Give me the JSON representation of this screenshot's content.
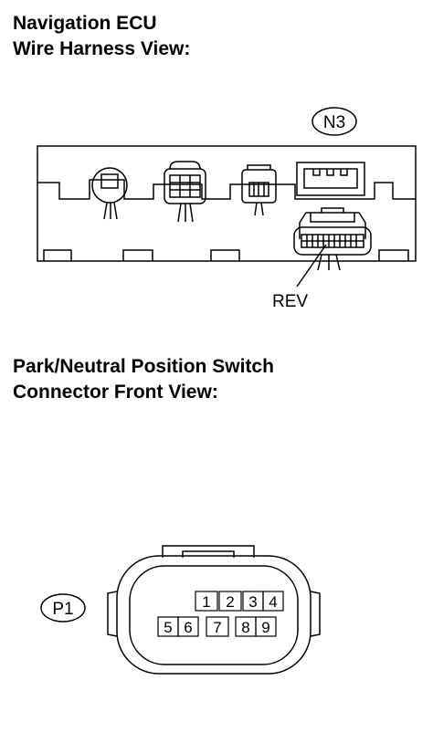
{
  "section1": {
    "title_line1": "Navigation ECU",
    "title_line2": "Wire Harness View:",
    "connector_code": "N3",
    "pointer_label": "REV"
  },
  "section2": {
    "title_line1": "Park/Neutral Position Switch",
    "title_line2": "Connector Front View:",
    "connector_code": "P1",
    "pins_top": [
      "1",
      "2",
      "3",
      "4"
    ],
    "pins_bottom": [
      "5",
      "6",
      "7",
      "8",
      "9"
    ]
  }
}
